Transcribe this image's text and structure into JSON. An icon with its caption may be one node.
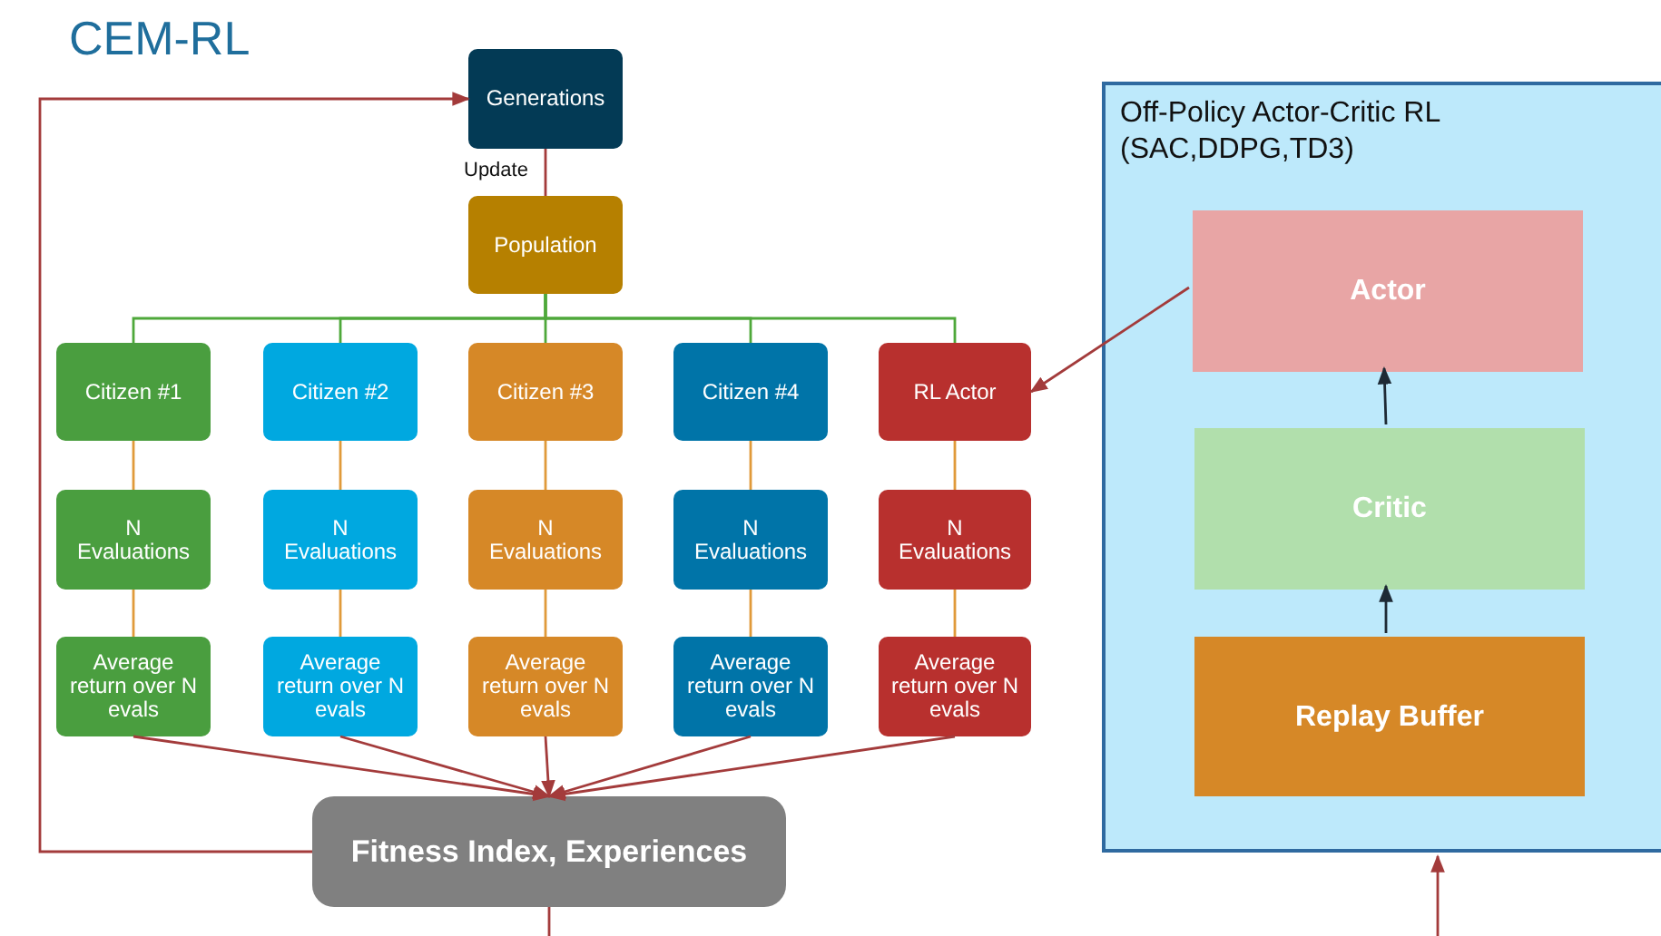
{
  "diagram": {
    "title": "CEM-RL",
    "nodes": [
      {
        "text": [
          "Generations"
        ]
      },
      {
        "text": [
          "Population"
        ]
      },
      {
        "text": [
          "Citizen #1"
        ]
      },
      {
        "text": [
          "Citizen #2"
        ]
      },
      {
        "text": [
          "Citizen #3"
        ]
      },
      {
        "text": [
          "Citizen #4"
        ]
      },
      {
        "text": [
          "RL Actor"
        ]
      },
      {
        "text": [
          "N Evaluations"
        ]
      },
      {
        "text": [
          "N Evaluations"
        ]
      },
      {
        "text": [
          "N Evaluations"
        ]
      },
      {
        "text": [
          "N Evaluations"
        ]
      },
      {
        "text": [
          "N Evaluations"
        ]
      },
      {
        "text": [
          "Average return over N evals"
        ]
      },
      {
        "text": [
          "Average return over N evals"
        ]
      },
      {
        "text": [
          "Average return over N evals"
        ]
      },
      {
        "text": [
          "Average return over N evals"
        ]
      },
      {
        "text": [
          "Average return over N evals"
        ]
      },
      {
        "text": [
          "Fitness Index, Experiences"
        ]
      },
      {
        "text": [
          "Off-Policy Actor-Critic RL (SAC,DDPG,TD3)"
        ]
      },
      {
        "text": [
          "Actor"
        ],
        "in": 18
      },
      {
        "text": [
          "Critic"
        ],
        "in": 18
      },
      {
        "text": [
          "Replay Buffer"
        ],
        "in": 18
      }
    ],
    "edges": [
      {
        "from": 17,
        "to": 0,
        "arrow": "to",
        "color": "#a33b3b"
      },
      {
        "from": 0,
        "to": 1,
        "arrow": "none",
        "label": "Update",
        "color": "#a33b3b"
      },
      {
        "from": 1,
        "to": 2,
        "arrow": "none",
        "color": "#4ea83a"
      },
      {
        "from": 1,
        "to": 3,
        "arrow": "none",
        "color": "#4ea83a"
      },
      {
        "from": 1,
        "to": 4,
        "arrow": "none",
        "color": "#4ea83a"
      },
      {
        "from": 1,
        "to": 5,
        "arrow": "none",
        "color": "#4ea83a"
      },
      {
        "from": 1,
        "to": 6,
        "arrow": "none",
        "color": "#4ea83a"
      },
      {
        "from": 2,
        "to": 7,
        "arrow": "none",
        "color": "#e09a3a"
      },
      {
        "from": 3,
        "to": 8,
        "arrow": "none",
        "color": "#e09a3a"
      },
      {
        "from": 4,
        "to": 9,
        "arrow": "none",
        "color": "#e09a3a"
      },
      {
        "from": 5,
        "to": 10,
        "arrow": "none",
        "color": "#e09a3a"
      },
      {
        "from": 6,
        "to": 11,
        "arrow": "none",
        "color": "#e09a3a"
      },
      {
        "from": 7,
        "to": 12,
        "arrow": "none",
        "color": "#e09a3a"
      },
      {
        "from": 8,
        "to": 13,
        "arrow": "none",
        "color": "#e09a3a"
      },
      {
        "from": 9,
        "to": 14,
        "arrow": "none",
        "color": "#e09a3a"
      },
      {
        "from": 10,
        "to": 15,
        "arrow": "none",
        "color": "#e09a3a"
      },
      {
        "from": 11,
        "to": 16,
        "arrow": "none",
        "color": "#e09a3a"
      },
      {
        "from": 12,
        "to": 17,
        "arrow": "to",
        "color": "#a33b3b"
      },
      {
        "from": 13,
        "to": 17,
        "arrow": "to",
        "color": "#a33b3b"
      },
      {
        "from": 14,
        "to": 17,
        "arrow": "to",
        "color": "#a33b3b"
      },
      {
        "from": 15,
        "to": 17,
        "arrow": "to",
        "color": "#a33b3b"
      },
      {
        "from": 16,
        "to": 17,
        "arrow": "to",
        "color": "#a33b3b"
      },
      {
        "from": 17,
        "to": null,
        "arrow": "none",
        "color": "#a33b3b"
      },
      {
        "from": null,
        "to": 18,
        "arrow": "to",
        "color": "#a33b3b"
      },
      {
        "from": 19,
        "to": 6,
        "arrow": "to",
        "color": "#a33b3b"
      },
      {
        "from": 20,
        "to": 19,
        "arrow": "to",
        "color": "#1e2a35"
      },
      {
        "from": 21,
        "to": 20,
        "arrow": "to",
        "color": "#1e2a35"
      }
    ]
  }
}
